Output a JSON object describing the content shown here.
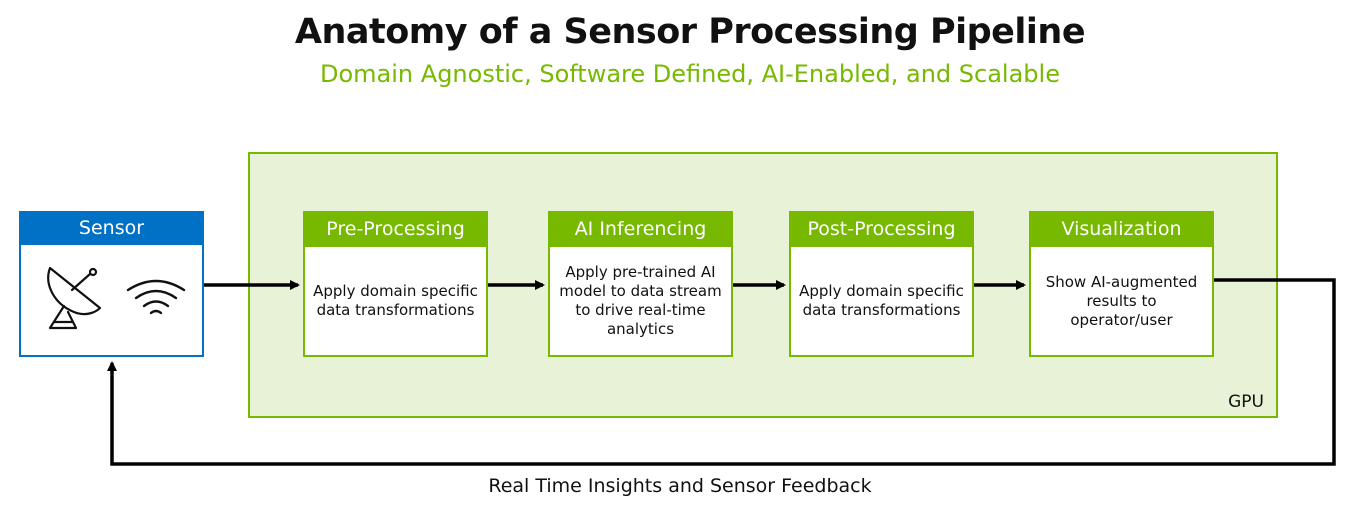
{
  "title": "Anatomy of a Sensor Processing Pipeline",
  "subtitle": "Domain Agnostic, Software Defined, AI-Enabled, and Scalable",
  "sensor": {
    "label": "Sensor",
    "icons": [
      "satellite-dish-icon",
      "wireless-signal-icon"
    ]
  },
  "gpu": {
    "label": "GPU"
  },
  "stages": [
    {
      "title": "Pre-Processing",
      "description": "Apply domain specific data transformations"
    },
    {
      "title": "AI Inferencing",
      "description": "Apply pre-trained AI model to data stream to drive real-time analytics"
    },
    {
      "title": "Post-Processing",
      "description": "Apply domain specific data transformations"
    },
    {
      "title": "Visualization",
      "description": "Show AI-augmented results to operator/user"
    }
  ],
  "feedback": {
    "label": "Real Time Insights and Sensor Feedback"
  },
  "colors": {
    "accent_green": "#76b900",
    "gpu_fill": "#e8f2d6",
    "sensor_blue": "#0071c5",
    "arrow": "#000000"
  }
}
